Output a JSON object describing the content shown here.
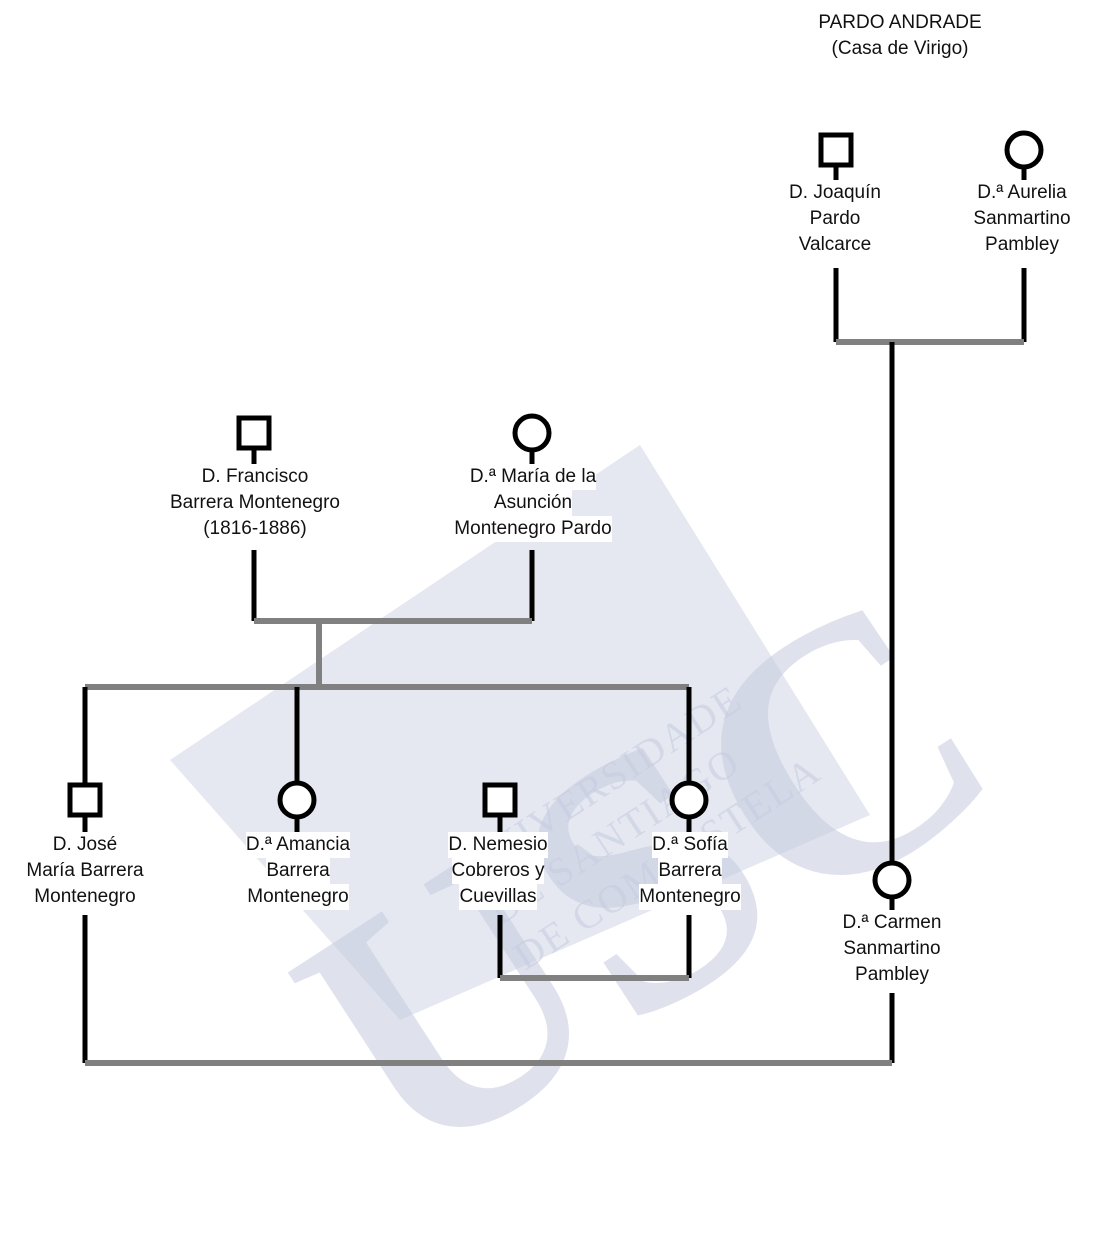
{
  "family_title": [
    "PARDO ANDRADE",
    "(Casa de Virigo)"
  ],
  "watermark": {
    "logo": "USC",
    "lines": [
      "UNIVERSIDADE",
      "DE SANTIAGO",
      "DE COMPOSTELA"
    ],
    "color": "#c5cbe0"
  },
  "people": {
    "joaquin": {
      "sex": "male",
      "lines": [
        "D. Joaquín",
        "Pardo",
        "Valcarce"
      ]
    },
    "aurelia": {
      "sex": "female",
      "lines": [
        "D.ª Aurelia",
        "Sanmartino",
        "Pambley"
      ]
    },
    "francisco": {
      "sex": "male",
      "lines": [
        "D. Francisco",
        "Barrera Montenegro",
        "(1816-1886)"
      ]
    },
    "maria": {
      "sex": "female",
      "lines": [
        "D.ª María de la",
        "Asunción",
        "Montenegro Pardo"
      ]
    },
    "jose": {
      "sex": "male",
      "lines": [
        "D. José",
        "María Barrera",
        "Montenegro"
      ]
    },
    "amancia": {
      "sex": "female",
      "lines": [
        "D.ª Amancia",
        "Barrera",
        "Montenegro"
      ]
    },
    "nemesio": {
      "sex": "male",
      "lines": [
        "D. Nemesio",
        "Cobreros y",
        "Cuevillas"
      ]
    },
    "sofia": {
      "sex": "female",
      "lines": [
        "D.ª Sofía",
        "Barrera",
        "Montenegro"
      ]
    },
    "carmen": {
      "sex": "female",
      "lines": [
        "D.ª Carmen",
        "Sanmartino",
        "Pambley"
      ]
    }
  },
  "colors": {
    "descent_line": "#000000",
    "union_line": "#808080"
  }
}
